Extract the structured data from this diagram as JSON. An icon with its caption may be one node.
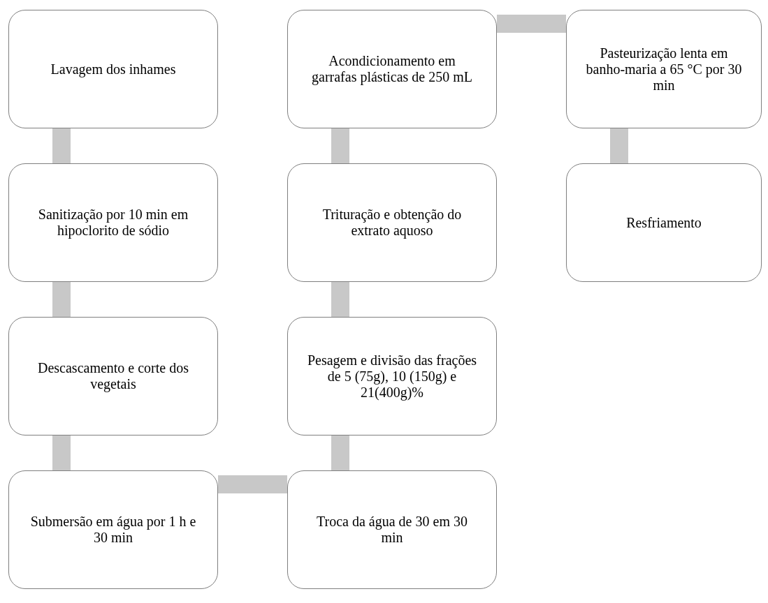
{
  "diagram": {
    "nodes": [
      {
        "text": [
          "Lavagem dos inhames"
        ]
      },
      {
        "text": [
          "Sanitização por 10 min em hipoclorito de sódio"
        ]
      },
      {
        "text": [
          "Descascamento e corte dos vegetais"
        ]
      },
      {
        "text": [
          "Submersão em água por 1 h e 30 min"
        ]
      },
      {
        "text": [
          "Troca da água de 30 em 30 min"
        ]
      },
      {
        "text": [
          "Pesagem e divisão das frações de 5 (75g), 10 (150g) e 21(400g)%"
        ]
      },
      {
        "text": [
          "Trituração e obtenção do extrato aquoso"
        ]
      },
      {
        "text": [
          "Acondicionamento em garrafas plásticas de 250 mL"
        ]
      },
      {
        "text": [
          "Pasteurização lenta em banho-maria a 65 °C por 30 min"
        ]
      },
      {
        "text": [
          "Resfriamento"
        ]
      }
    ],
    "edges": [
      {
        "from": 0,
        "to": 1,
        "arrow": "none"
      },
      {
        "from": 1,
        "to": 2,
        "arrow": "none"
      },
      {
        "from": 2,
        "to": 3,
        "arrow": "none"
      },
      {
        "from": 3,
        "to": 4,
        "arrow": "none"
      },
      {
        "from": 4,
        "to": 5,
        "arrow": "none"
      },
      {
        "from": 5,
        "to": 6,
        "arrow": "none"
      },
      {
        "from": 6,
        "to": 7,
        "arrow": "none"
      },
      {
        "from": 7,
        "to": 8,
        "arrow": "none"
      },
      {
        "from": 8,
        "to": 9,
        "arrow": "none"
      }
    ]
  }
}
